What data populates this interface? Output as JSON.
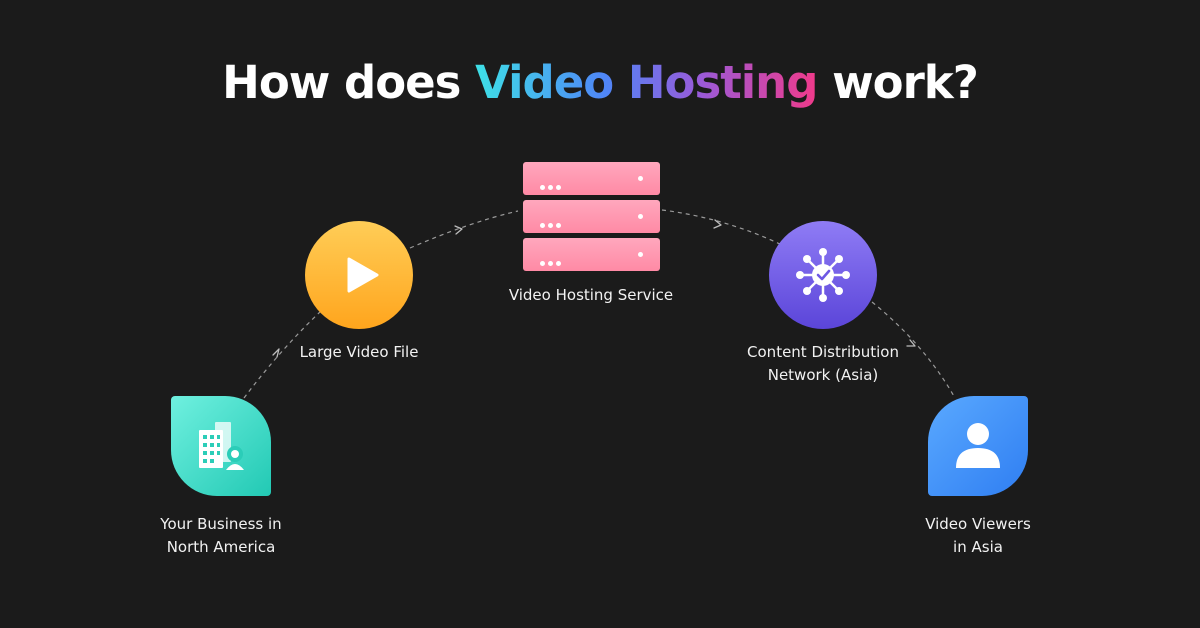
{
  "title": {
    "prefix": "How does ",
    "highlight": "Video Hosting",
    "suffix": " work?"
  },
  "colors": {
    "background": "#1b1b1b",
    "title_gradient": [
      "#3ee0e6",
      "#4f86f7",
      "#9a5ad8",
      "#f03a8a"
    ],
    "business": "#2fd3bd",
    "video_file": "#ffb533",
    "hosting": "#ff94ad",
    "cdn": "#6e58e4",
    "viewers": "#3d8cf7"
  },
  "nodes": {
    "business": {
      "line1": "Your Business in",
      "line2": "North America",
      "icon": "office-building-user-icon"
    },
    "video_file": {
      "label": "Large Video File",
      "icon": "play-icon"
    },
    "hosting": {
      "label": "Video Hosting Service",
      "icon": "server-stack-icon"
    },
    "cdn": {
      "line1": "Content Distribution",
      "line2": "Network (Asia)",
      "icon": "network-hub-check-icon"
    },
    "viewers": {
      "line1": "Video Viewers",
      "line2": "in Asia",
      "icon": "user-icon"
    }
  }
}
